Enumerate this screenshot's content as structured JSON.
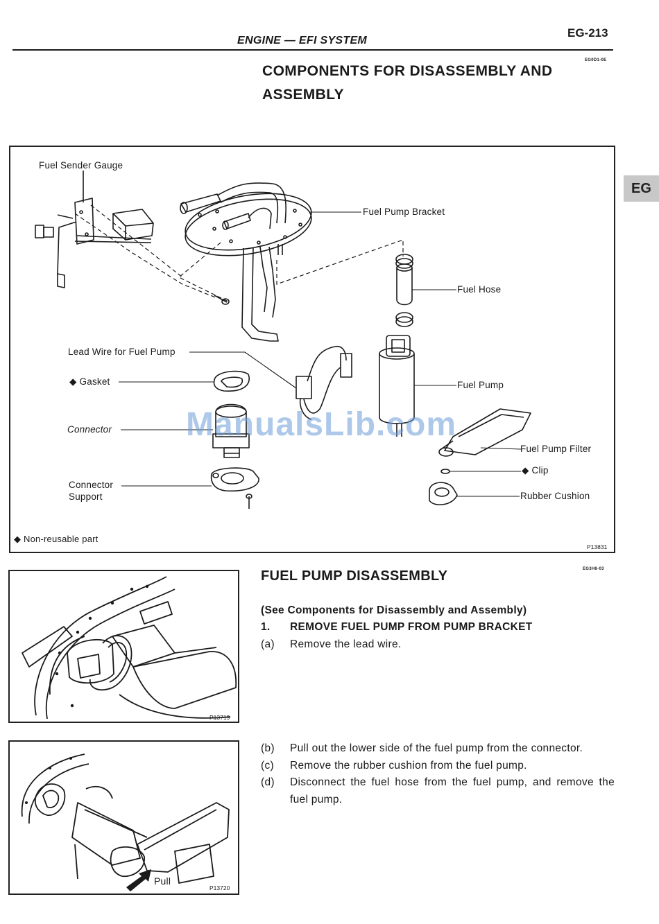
{
  "header": {
    "section": "ENGINE — EFI SYSTEM",
    "page": "EG-213",
    "code_components": "EG0D1-0E",
    "code_disassembly": "EG3H6-03"
  },
  "components_title": "COMPONENTS FOR DISASSEMBLY AND ASSEMBLY",
  "side_tab": "EG",
  "components_figure": {
    "labels": {
      "fuel_sender_gauge": "Fuel Sender Gauge",
      "fuel_pump_bracket": "Fuel Pump Bracket",
      "fuel_hose": "Fuel Hose",
      "lead_wire": "Lead Wire for Fuel Pump",
      "gasket": "◆ Gasket",
      "connector": "Connector",
      "fuel_pump": "Fuel Pump",
      "fuel_pump_filter": "Fuel Pump Filter",
      "clip": "◆ Clip",
      "connector_support_1": "Connector",
      "connector_support_2": "Support",
      "rubber_cushion": "Rubber Cushion"
    },
    "legend": "◆ Non-reusable part",
    "figure_id": "P13831"
  },
  "watermark": "ManualsLib.com",
  "disassembly": {
    "title": "FUEL PUMP DISASSEMBLY",
    "reference": "(See Components for Disassembly and Assembly)",
    "step1": {
      "num": "1.",
      "text": "REMOVE FUEL PUMP FROM PUMP BRACKET"
    },
    "substeps_a": [
      {
        "num": "(a)",
        "text": "Remove the lead wire."
      }
    ],
    "substeps_b": [
      {
        "num": "(b)",
        "text": "Pull out the lower side of the fuel pump from the connector."
      },
      {
        "num": "(c)",
        "text": "Remove the rubber cushion from the fuel pump."
      },
      {
        "num": "(d)",
        "text": "Disconnect the fuel hose from the fuel pump, and remove the fuel pump."
      }
    ]
  },
  "figure_lead_wire": {
    "figure_id": "P13719"
  },
  "figure_pull": {
    "figure_id": "P13720",
    "arrow_label": "Pull"
  }
}
